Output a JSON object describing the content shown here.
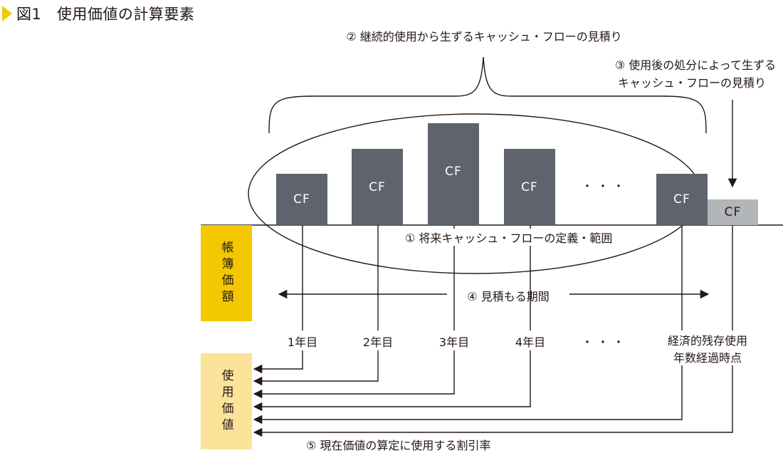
{
  "title": "図1　使用価値の計算要素",
  "labels": {
    "continuing_cf": "② 継続的使用から生ずるキャッシュ・フローの見積り",
    "disposal_cf_line1": "③ 使用後の処分によって生ずる",
    "disposal_cf_line2": "キャッシュ・フローの見積り",
    "definition_scope": "① 将来キャッシュ・フローの定義・範囲",
    "estimation_period": "④ 見積もる期間",
    "discount_rate": "⑤ 現在価値の算定に使用する割引率",
    "ellipsis": "・・・",
    "ellipsis_bottom": "・・・"
  },
  "left_boxes": {
    "book_value": "帳簿価額",
    "value_in_use": "使用価値"
  },
  "bars": [
    "CF",
    "CF",
    "CF",
    "CF",
    "CF"
  ],
  "salvage_bar": "CF",
  "years": [
    "1年目",
    "2年目",
    "3年目",
    "4年目"
  ],
  "end_label_line1": "経済的残存使用",
  "end_label_line2": "年数経過時点",
  "colors": {
    "accent_yellow": "#f3c800",
    "light_yellow": "#fbe49a",
    "bar_dark": "#5f636d",
    "bar_light": "#b3b6b8",
    "line": "#231815"
  }
}
